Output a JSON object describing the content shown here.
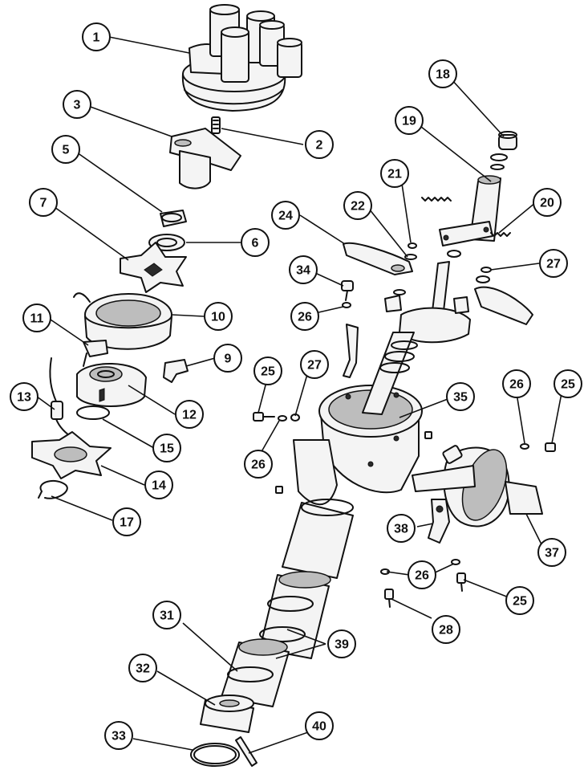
{
  "diagram": {
    "type": "exploded parts view",
    "colors": {
      "ink": "#111111",
      "paper": "#ffffff",
      "shade": "#bdbdbd"
    },
    "callouts": [
      {
        "id": "c1",
        "label": "1"
      },
      {
        "id": "c2",
        "label": "2"
      },
      {
        "id": "c3",
        "label": "3"
      },
      {
        "id": "c5",
        "label": "5"
      },
      {
        "id": "c6",
        "label": "6"
      },
      {
        "id": "c7",
        "label": "7"
      },
      {
        "id": "c9",
        "label": "9"
      },
      {
        "id": "c10",
        "label": "10"
      },
      {
        "id": "c11",
        "label": "11"
      },
      {
        "id": "c12",
        "label": "12"
      },
      {
        "id": "c13",
        "label": "13"
      },
      {
        "id": "c14",
        "label": "14"
      },
      {
        "id": "c15",
        "label": "15"
      },
      {
        "id": "c17",
        "label": "17"
      },
      {
        "id": "c18",
        "label": "18"
      },
      {
        "id": "c19",
        "label": "19"
      },
      {
        "id": "c20",
        "label": "20"
      },
      {
        "id": "c21",
        "label": "21"
      },
      {
        "id": "c22",
        "label": "22"
      },
      {
        "id": "c24",
        "label": "24"
      },
      {
        "id": "c25a",
        "label": "25"
      },
      {
        "id": "c25b",
        "label": "25"
      },
      {
        "id": "c25c",
        "label": "25"
      },
      {
        "id": "c26a",
        "label": "26"
      },
      {
        "id": "c26b",
        "label": "26"
      },
      {
        "id": "c26c",
        "label": "26"
      },
      {
        "id": "c26d",
        "label": "26"
      },
      {
        "id": "c27a",
        "label": "27"
      },
      {
        "id": "c27b",
        "label": "27"
      },
      {
        "id": "c28",
        "label": "28"
      },
      {
        "id": "c31",
        "label": "31"
      },
      {
        "id": "c32",
        "label": "32"
      },
      {
        "id": "c33",
        "label": "33"
      },
      {
        "id": "c34",
        "label": "34"
      },
      {
        "id": "c35",
        "label": "35"
      },
      {
        "id": "c37",
        "label": "37"
      },
      {
        "id": "c38",
        "label": "38"
      },
      {
        "id": "c39",
        "label": "39"
      },
      {
        "id": "c40",
        "label": "40"
      }
    ]
  }
}
